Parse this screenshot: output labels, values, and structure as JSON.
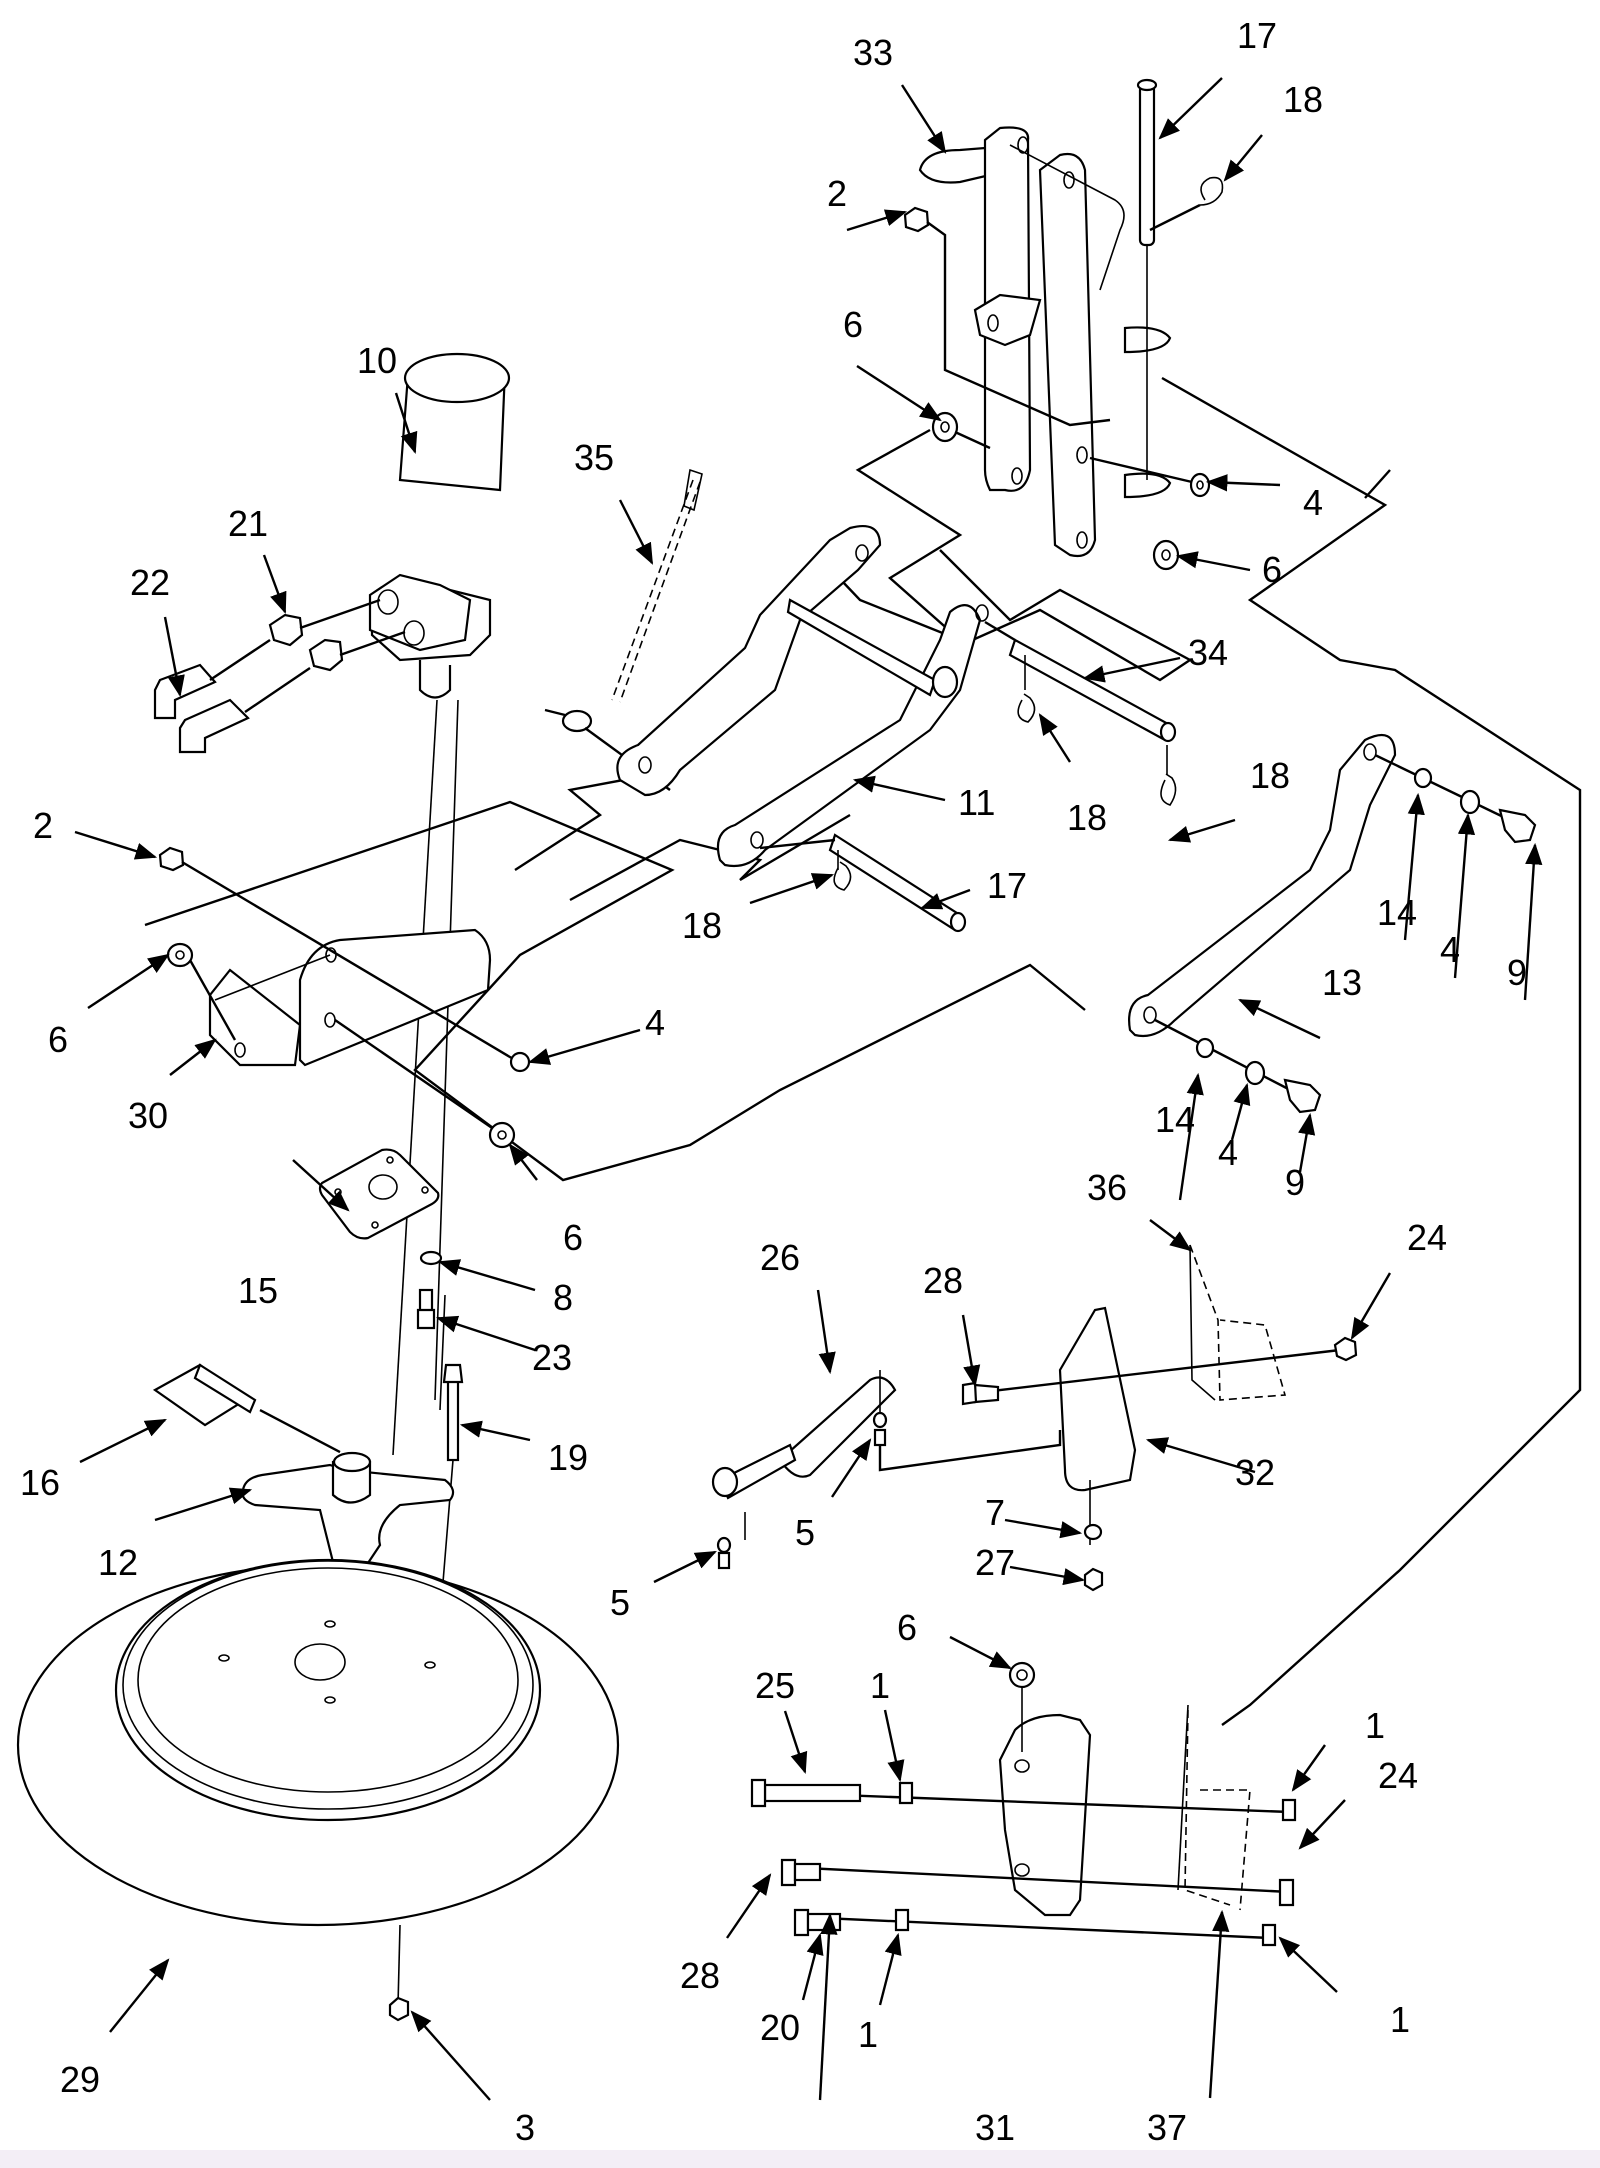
{
  "diagram": {
    "type": "exploded parts diagram",
    "callouts": [
      {
        "id": "c33a",
        "label": "33"
      },
      {
        "id": "c17a",
        "label": "17"
      },
      {
        "id": "c18a",
        "label": "18"
      },
      {
        "id": "c2a",
        "label": "2"
      },
      {
        "id": "c6a",
        "label": "6"
      },
      {
        "id": "c4a",
        "label": "4"
      },
      {
        "id": "c6b",
        "label": "6"
      },
      {
        "id": "c10",
        "label": "10"
      },
      {
        "id": "c35",
        "label": "35"
      },
      {
        "id": "c21",
        "label": "21"
      },
      {
        "id": "c22",
        "label": "22"
      },
      {
        "id": "c34",
        "label": "34"
      },
      {
        "id": "c11",
        "label": "11"
      },
      {
        "id": "c18b",
        "label": "18"
      },
      {
        "id": "c18c",
        "label": "18"
      },
      {
        "id": "c2b",
        "label": "2"
      },
      {
        "id": "c17b",
        "label": "17"
      },
      {
        "id": "c18d",
        "label": "18"
      },
      {
        "id": "c14a",
        "label": "14"
      },
      {
        "id": "c4b",
        "label": "4"
      },
      {
        "id": "c9a",
        "label": "9"
      },
      {
        "id": "c13",
        "label": "13"
      },
      {
        "id": "c6c",
        "label": "6"
      },
      {
        "id": "c4c",
        "label": "4"
      },
      {
        "id": "c30",
        "label": "30"
      },
      {
        "id": "c14b",
        "label": "14"
      },
      {
        "id": "c4d",
        "label": "4"
      },
      {
        "id": "c9b",
        "label": "9"
      },
      {
        "id": "c6d",
        "label": "6"
      },
      {
        "id": "c15",
        "label": "15"
      },
      {
        "id": "c8",
        "label": "8"
      },
      {
        "id": "c23",
        "label": "23"
      },
      {
        "id": "c36",
        "label": "36"
      },
      {
        "id": "c24a",
        "label": "24"
      },
      {
        "id": "c26",
        "label": "26"
      },
      {
        "id": "c28a",
        "label": "28"
      },
      {
        "id": "c19",
        "label": "19"
      },
      {
        "id": "c16",
        "label": "16"
      },
      {
        "id": "c32",
        "label": "32"
      },
      {
        "id": "c12",
        "label": "12"
      },
      {
        "id": "c5a",
        "label": "5"
      },
      {
        "id": "c7",
        "label": "7"
      },
      {
        "id": "c27",
        "label": "27"
      },
      {
        "id": "c5b",
        "label": "5"
      },
      {
        "id": "c6e",
        "label": "6"
      },
      {
        "id": "c25",
        "label": "25"
      },
      {
        "id": "c1a",
        "label": "1"
      },
      {
        "id": "c1b",
        "label": "1"
      },
      {
        "id": "c24b",
        "label": "24"
      },
      {
        "id": "c28b",
        "label": "28"
      },
      {
        "id": "c20",
        "label": "20"
      },
      {
        "id": "c1c",
        "label": "1"
      },
      {
        "id": "c1d",
        "label": "1"
      },
      {
        "id": "c29",
        "label": "29"
      },
      {
        "id": "c3",
        "label": "3"
      },
      {
        "id": "c31",
        "label": "31"
      },
      {
        "id": "c37",
        "label": "37"
      }
    ]
  }
}
